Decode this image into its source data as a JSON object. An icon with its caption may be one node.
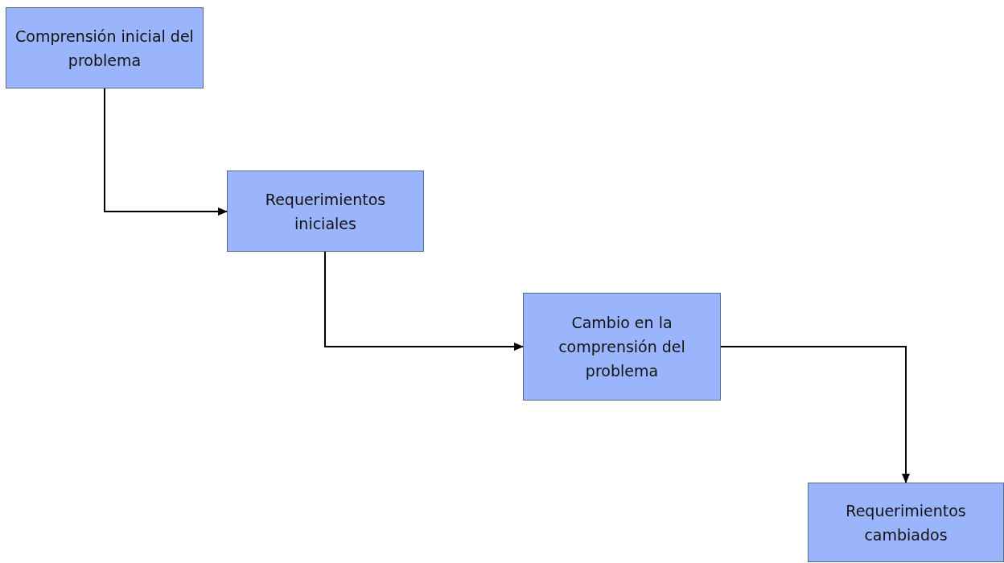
{
  "diagram": {
    "nodes": [
      {
        "text": [
          "Comprensión inicial del problema"
        ]
      },
      {
        "text": [
          "Requerimientos iniciales"
        ]
      },
      {
        "text": [
          "Cambio en la comprensión del problema"
        ]
      },
      {
        "text": [
          "Requerimientos cambiados"
        ]
      }
    ],
    "edges": [
      {
        "from": 0,
        "to": 1,
        "arrow": "to"
      },
      {
        "from": 1,
        "to": 2,
        "arrow": "to"
      },
      {
        "from": 2,
        "to": 3,
        "arrow": "to"
      }
    ]
  }
}
